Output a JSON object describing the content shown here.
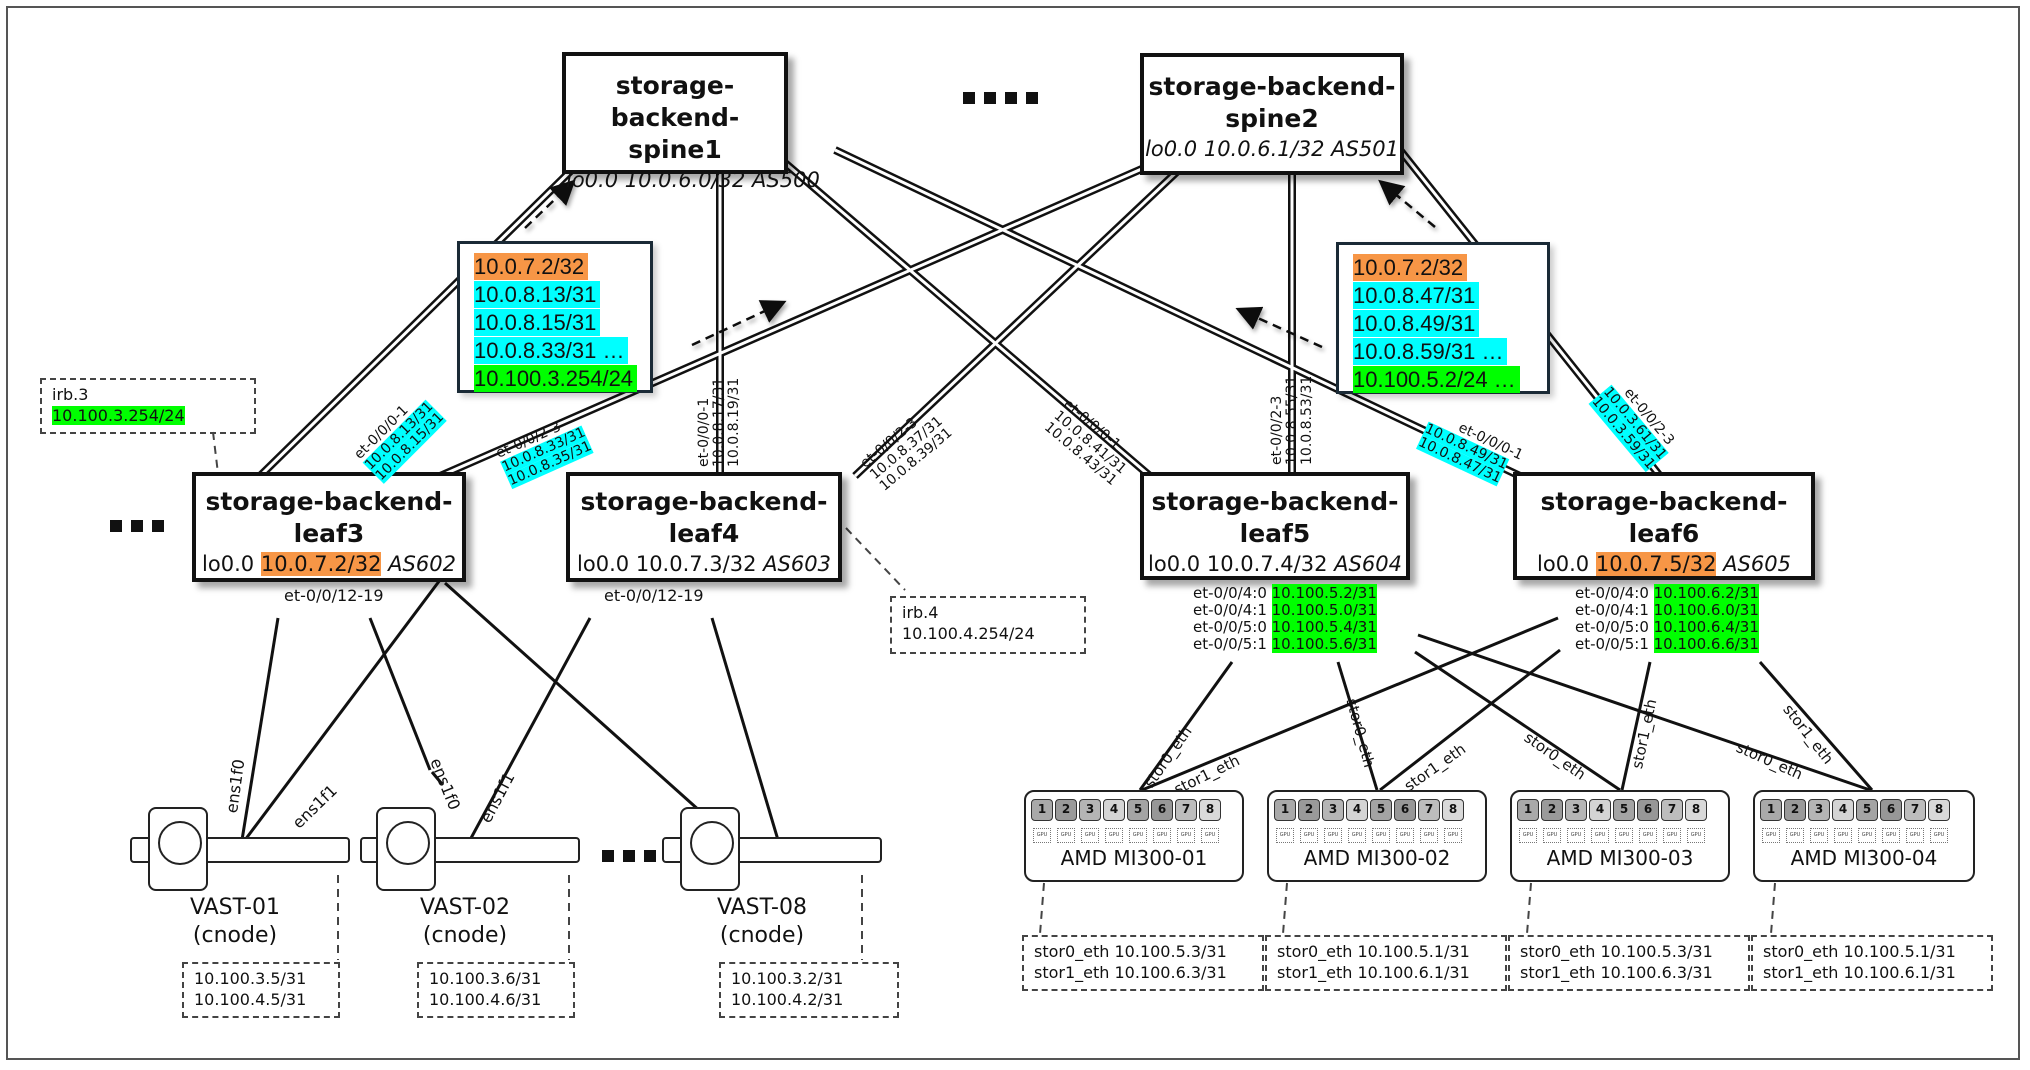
{
  "spines": [
    {
      "name_line1": "storage-backend-",
      "name_line2": "spine1",
      "loopback": "lo0.0 10.0.6.0/32 AS500"
    },
    {
      "name_line1": "storage-backend-",
      "name_line2": "spine2",
      "loopback": "lo0.0 10.0.6.1/32 AS501"
    }
  ],
  "leaves": [
    {
      "name_line1": "storage-backend-",
      "name_line2": "leaf3",
      "lo_prefix": "lo0.0",
      "lo_ip": "10.0.7.2/32",
      "asn": "AS602",
      "lo_highlight": "orange",
      "downlink": "et-0/0/12-19"
    },
    {
      "name_line1": "storage-backend-",
      "name_line2": "leaf4",
      "lo_prefix": "lo0.0",
      "lo_ip": "10.0.7.3/32",
      "asn": "AS603",
      "lo_highlight": "none",
      "downlink": "et-0/0/12-19"
    },
    {
      "name_line1": "storage-backend-",
      "name_line2": "leaf5",
      "lo_prefix": "lo0.0",
      "lo_ip": "10.0.7.4/32",
      "asn": "AS604",
      "lo_highlight": "none"
    },
    {
      "name_line1": "storage-backend-",
      "name_line2": "leaf6",
      "lo_prefix": "lo0.0",
      "lo_ip": "10.0.7.5/32",
      "asn": "AS605",
      "lo_highlight": "orange"
    }
  ],
  "route_tables": [
    {
      "routes": [
        {
          "text": "10.0.7.2/32",
          "color": "orange"
        },
        {
          "text": "10.0.8.13/31",
          "color": "cyan"
        },
        {
          "text": "10.0.8.15/31",
          "color": "cyan"
        },
        {
          "text": "10.0.8.33/31 …",
          "color": "cyan"
        },
        {
          "text": "10.100.3.254/24",
          "color": "green"
        }
      ]
    },
    {
      "routes": [
        {
          "text": "10.0.7.2/32",
          "color": "orange"
        },
        {
          "text": "10.0.8.47/31",
          "color": "cyan"
        },
        {
          "text": "10.0.8.49/31",
          "color": "cyan"
        },
        {
          "text": "10.0.8.59/31 …",
          "color": "cyan"
        },
        {
          "text": "10.100.5.2/24 …",
          "color": "green"
        }
      ]
    }
  ],
  "link_labels": {
    "leaf3_spine1": {
      "port": "et-0/0/0-1",
      "ip1": "10.0.8.13/31",
      "ip2": "10.0.8.15/31"
    },
    "leaf3_spine2": {
      "port": "et-0/0/2-3",
      "ip1": "10.0.8.33/31",
      "ip2": "10.0.8.35/31"
    },
    "leaf4_spine1": {
      "port": "et-0/0/0-1",
      "ip1": "10.0.8.17/31",
      "ip2": "10.0.8.19/31"
    },
    "leaf4_spine2": {
      "port": "et-0/0/2-3",
      "ip1": "10.0.8.37/31",
      "ip2": "10.0.8.39/31"
    },
    "leaf5_spine1": {
      "port": "et-0/0/0-1",
      "ip1": "10.0.8.41/31",
      "ip2": "10.0.8.43/31"
    },
    "leaf5_spine2": {
      "port": "et-0/0/2-3",
      "ip1": "10.0.8.55/31",
      "ip2": "10.0.8.53/31"
    },
    "leaf6_spine1": {
      "port": "et-0/0/0-1",
      "ip1": "10.0.8.49/31",
      "ip2": "10.0.8.47/31"
    },
    "leaf6_spine2": {
      "port": "et-0/0/2-3",
      "ip1": "10.0.3.61/31",
      "ip2": "10.0.3.59/31"
    }
  },
  "irb_boxes": [
    {
      "name": "irb.3",
      "ip": "10.100.3.254/24"
    },
    {
      "name": "irb.4",
      "ip": "10.100.4.254/24"
    }
  ],
  "leaf5_ifaces": [
    {
      "port": "et-0/0/4:0",
      "ip": "10.100.5.2/31"
    },
    {
      "port": "et-0/0/4:1",
      "ip": "10.100.5.0/31"
    },
    {
      "port": "et-0/0/5:0",
      "ip": "10.100.5.4/31"
    },
    {
      "port": "et-0/0/5:1",
      "ip": "10.100.5.6/31"
    }
  ],
  "leaf6_ifaces": [
    {
      "port": "et-0/0/4:0",
      "ip": "10.100.6.2/31"
    },
    {
      "port": "et-0/0/4:1",
      "ip": "10.100.6.0/31"
    },
    {
      "port": "et-0/0/5:0",
      "ip": "10.100.6.4/31"
    },
    {
      "port": "et-0/0/5:1",
      "ip": "10.100.6.6/31"
    }
  ],
  "vast_nodes": [
    {
      "name": "VAST-01",
      "role": "(cnode)",
      "ip1": "10.100.3.5/31",
      "ip2": "10.100.4.5/31"
    },
    {
      "name": "VAST-02",
      "role": "(cnode)",
      "ip1": "10.100.3.6/31",
      "ip2": "10.100.4.6/31"
    },
    {
      "name": "VAST-08",
      "role": "(cnode)",
      "ip1": "10.100.3.2/31",
      "ip2": "10.100.4.2/31"
    }
  ],
  "vast_link_labels": {
    "nic0": "ens1f0",
    "nic1": "ens1f1"
  },
  "gpu_servers": [
    {
      "name": "AMD MI300-01",
      "stor0": "stor0_eth 10.100.5.3/31",
      "stor1": "stor1_eth 10.100.6.3/31"
    },
    {
      "name": "AMD MI300-02",
      "stor0": "stor0_eth 10.100.5.1/31",
      "stor1": "stor1_eth 10.100.6.1/31"
    },
    {
      "name": "AMD MI300-03",
      "stor0": "stor0_eth 10.100.5.3/31",
      "stor1": "stor1_eth 10.100.6.3/31"
    },
    {
      "name": "AMD MI300-04",
      "stor0": "stor0_eth 10.100.5.1/31",
      "stor1": "stor1_eth 10.100.6.1/31"
    }
  ],
  "gpu_slots": [
    "1",
    "2",
    "3",
    "4",
    "5",
    "6",
    "7",
    "8"
  ],
  "gpu_chip_label": "GPU",
  "gpu_link_labels": {
    "stor0": "stor0_eth",
    "stor1": "stor1_eth"
  },
  "colors": {
    "orange": "#f79646",
    "cyan": "#00ffff",
    "green": "#00ff00",
    "line": "#111111",
    "route_border": "#1a2a36"
  },
  "icons": {
    "storage": "hard-drive-icon",
    "rack": "rack-server-icon",
    "gpu": "gpu-chip-icon",
    "ellipsis": "ellipsis-squares-icon",
    "arrow": "dashed-arrow-icon"
  }
}
